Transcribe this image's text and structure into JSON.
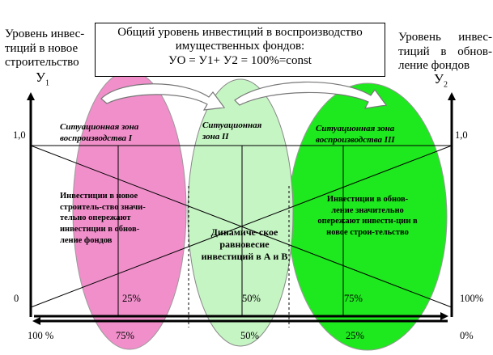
{
  "left_axis_title": "Уровень инвес-тиций в новое строительство",
  "right_axis_title": "Уровень инвес-тиций в обнов-ление фондов",
  "header_box": {
    "line1": "Общий уровень инвестиций в воспроизводство",
    "line2": "имущественных фондов:",
    "formula": "УO = У1+ У2 = 100%=const"
  },
  "axes": {
    "y1": "У",
    "y1_sub": "1",
    "y2": "У",
    "y2_sub": "2"
  },
  "scale": {
    "left_top": "1,0",
    "right_top": "1,0",
    "left_bottom": "0"
  },
  "zones": [
    {
      "title_line1": "Ситуационная зона",
      "title_line2": "воспроизводства I",
      "description": "Инвестиции в новое строитель-ство значи-тельно опережают инвестиции в обнов-ление фондов",
      "color": "#f08fca"
    },
    {
      "title_line1": "Ситуационная",
      "title_line2": "зона  II",
      "description": "Динамиче-ское равновесие инвестиций в А и В",
      "color": "#c6f5c4"
    },
    {
      "title_line1": "Ситуационная зона",
      "title_line2": "воспроизводства III",
      "description": "Инвестиции в обнов-ление значительно опережают инвести-ции в новое строи-тельство",
      "color": "#1ee81e"
    }
  ],
  "upper_percents": [
    "25%",
    "50%",
    "75%",
    "100%"
  ],
  "lower_percents": [
    "100 %",
    "75%",
    "50%",
    "25%",
    "0%"
  ]
}
